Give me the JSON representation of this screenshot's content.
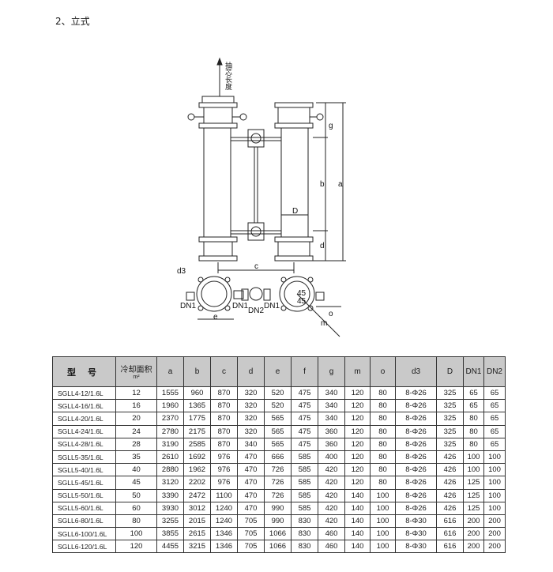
{
  "heading": "2、立式",
  "drawing": {
    "vertical_label": "抽芯长度",
    "dims": {
      "g": "g",
      "b": "b",
      "a": "a",
      "d": "d",
      "D": "D",
      "c": "c",
      "d3": "d3",
      "DN1": "DN1",
      "DN2": "DN2",
      "e": "e",
      "o": "o",
      "m": "m",
      "angle1": "45",
      "angle2": "45"
    }
  },
  "table": {
    "headers": {
      "model": "型 号",
      "area": "冷却面积",
      "area_unit": "m²",
      "cols": [
        "a",
        "b",
        "c",
        "d",
        "e",
        "f",
        "g",
        "m",
        "o",
        "d3",
        "D",
        "DN1",
        "DN2"
      ]
    },
    "rows": [
      [
        "SGLL4-12/1.6L",
        "12",
        "1555",
        "960",
        "870",
        "320",
        "520",
        "475",
        "340",
        "120",
        "80",
        "8-Φ26",
        "325",
        "65",
        "65"
      ],
      [
        "SGLL4-16/1.6L",
        "16",
        "1960",
        "1365",
        "870",
        "320",
        "520",
        "475",
        "340",
        "120",
        "80",
        "8-Φ26",
        "325",
        "65",
        "65"
      ],
      [
        "SGLL4-20/1.6L",
        "20",
        "2370",
        "1775",
        "870",
        "320",
        "565",
        "475",
        "340",
        "120",
        "80",
        "8-Φ26",
        "325",
        "80",
        "65"
      ],
      [
        "SGLL4-24/1.6L",
        "24",
        "2780",
        "2175",
        "870",
        "320",
        "565",
        "475",
        "360",
        "120",
        "80",
        "8-Φ26",
        "325",
        "80",
        "65"
      ],
      [
        "SGLL4-28/1.6L",
        "28",
        "3190",
        "2585",
        "870",
        "340",
        "565",
        "475",
        "360",
        "120",
        "80",
        "8-Φ26",
        "325",
        "80",
        "65"
      ],
      [
        "SGLL5-35/1.6L",
        "35",
        "2610",
        "1692",
        "976",
        "470",
        "666",
        "585",
        "400",
        "120",
        "80",
        "8-Φ26",
        "426",
        "100",
        "100"
      ],
      [
        "SGLL5-40/1.6L",
        "40",
        "2880",
        "1962",
        "976",
        "470",
        "726",
        "585",
        "420",
        "120",
        "80",
        "8-Φ26",
        "426",
        "100",
        "100"
      ],
      [
        "SGLL5-45/1.6L",
        "45",
        "3120",
        "2202",
        "976",
        "470",
        "726",
        "585",
        "420",
        "120",
        "80",
        "8-Φ26",
        "426",
        "125",
        "100"
      ],
      [
        "SGLL5-50/1.6L",
        "50",
        "3390",
        "2472",
        "1100",
        "470",
        "726",
        "585",
        "420",
        "140",
        "100",
        "8-Φ26",
        "426",
        "125",
        "100"
      ],
      [
        "SGLL5-60/1.6L",
        "60",
        "3930",
        "3012",
        "1240",
        "470",
        "990",
        "585",
        "420",
        "140",
        "100",
        "8-Φ26",
        "426",
        "125",
        "100"
      ],
      [
        "SGLL6-80/1.6L",
        "80",
        "3255",
        "2015",
        "1240",
        "705",
        "990",
        "830",
        "420",
        "140",
        "100",
        "8-Φ30",
        "616",
        "200",
        "200"
      ],
      [
        "SGLL6-100/1.6L",
        "100",
        "3855",
        "2615",
        "1346",
        "705",
        "1066",
        "830",
        "460",
        "140",
        "100",
        "8-Φ30",
        "616",
        "200",
        "200"
      ],
      [
        "SGLL6-120/1.6L",
        "120",
        "4455",
        "3215",
        "1346",
        "705",
        "1066",
        "830",
        "460",
        "140",
        "100",
        "8-Φ30",
        "616",
        "200",
        "200"
      ]
    ]
  }
}
